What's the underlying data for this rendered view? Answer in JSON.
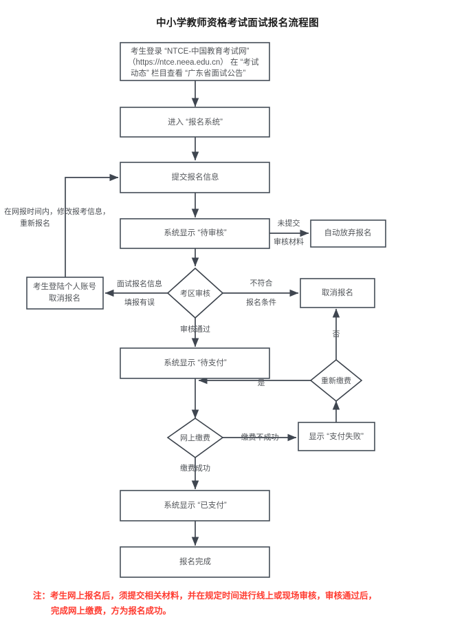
{
  "title": "中小学教师资格考试面试报名流程图",
  "colors": {
    "node_stroke": "#444c56",
    "node_fill": "#ffffff",
    "text": "#53565a",
    "edge": "#3f4650",
    "note": "#ff3b30",
    "title": "#1a1a1a"
  },
  "chart_data": {
    "type": "diagram",
    "subtype": "flowchart",
    "title": "中小学教师资格考试面试报名流程图",
    "orientation": "top-to-bottom",
    "nodes": [
      {
        "id": "login",
        "shape": "rect",
        "lines": [
          "考生登录 “NTCE-中国教育考试网”",
          "（https://ntce.neea.edu.cn） 在 “考试",
          "动态” 栏目查看 “广东省面试公告”"
        ]
      },
      {
        "id": "enter_system",
        "shape": "rect",
        "lines": [
          "进入 “报名系统”"
        ]
      },
      {
        "id": "submit_info",
        "shape": "rect",
        "lines": [
          "提交报名信息"
        ]
      },
      {
        "id": "pending_audit",
        "shape": "rect",
        "lines": [
          "系统显示 “待审核”"
        ]
      },
      {
        "id": "auto_abandon",
        "shape": "rect",
        "lines": [
          "自动放弃报名"
        ]
      },
      {
        "id": "district_audit",
        "shape": "diamond",
        "lines": [
          "考区审核"
        ]
      },
      {
        "id": "self_cancel",
        "shape": "rect",
        "lines": [
          "考生登陆个人账号",
          "取消报名"
        ]
      },
      {
        "id": "cancel_reg",
        "shape": "rect",
        "lines": [
          "取消报名"
        ]
      },
      {
        "id": "pending_pay",
        "shape": "rect",
        "lines": [
          "系统显示 “待支付”"
        ]
      },
      {
        "id": "repay",
        "shape": "diamond",
        "lines": [
          "重新缴费"
        ]
      },
      {
        "id": "online_pay",
        "shape": "diamond",
        "lines": [
          "网上缴费"
        ]
      },
      {
        "id": "pay_failed",
        "shape": "rect",
        "lines": [
          "显示 “支付失败”"
        ]
      },
      {
        "id": "paid",
        "shape": "rect",
        "lines": [
          "系统显示 “已支付”"
        ]
      },
      {
        "id": "reg_done",
        "shape": "rect",
        "lines": [
          "报名完成"
        ]
      }
    ],
    "edges": [
      {
        "from": "login",
        "to": "enter_system",
        "label": ""
      },
      {
        "from": "enter_system",
        "to": "submit_info",
        "label": ""
      },
      {
        "from": "submit_info",
        "to": "pending_audit",
        "label": ""
      },
      {
        "from": "pending_audit",
        "to": "auto_abandon",
        "label": "未提交\n审核材料",
        "label_lines": [
          "未提交",
          "审核材料"
        ]
      },
      {
        "from": "pending_audit",
        "to": "district_audit",
        "label": ""
      },
      {
        "from": "district_audit",
        "to": "self_cancel",
        "label_lines": [
          "面试报名信息",
          "填报有误"
        ]
      },
      {
        "from": "district_audit",
        "to": "cancel_reg",
        "label_lines": [
          "不符合",
          "报名条件"
        ]
      },
      {
        "from": "district_audit",
        "to": "pending_pay",
        "label_lines": [
          "审核通过"
        ]
      },
      {
        "from": "self_cancel",
        "to": "submit_info",
        "label_lines": [
          "在网报时间内，修改报考信息，",
          "重新报名"
        ]
      },
      {
        "from": "pending_pay",
        "to": "online_pay",
        "label": ""
      },
      {
        "from": "online_pay",
        "to": "pay_failed",
        "label_lines": [
          "缴费不成功"
        ]
      },
      {
        "from": "online_pay",
        "to": "paid",
        "label_lines": [
          "缴费成功"
        ]
      },
      {
        "from": "pay_failed",
        "to": "repay",
        "label": ""
      },
      {
        "from": "repay",
        "to": "pending_pay",
        "label_lines": [
          "是"
        ]
      },
      {
        "from": "repay",
        "to": "cancel_reg",
        "label_lines": [
          "否"
        ]
      },
      {
        "from": "paid",
        "to": "reg_done",
        "label": ""
      }
    ],
    "edge_labels": {
      "not_submitted_l1": "未提交",
      "not_submitted_l2": "审核材料",
      "wrong_info_l1": "面试报名信息",
      "wrong_info_l2": "填报有误",
      "not_qualified_l1": "不符合",
      "not_qualified_l2": "报名条件",
      "audit_passed": "审核通过",
      "loop_l1": "在网报时间内，修改报考信息，",
      "loop_l2": "重新报名",
      "pay_failed_label": "缴费不成功",
      "pay_success_label": "缴费成功",
      "yes": "是",
      "no": "否"
    },
    "node_labels": {
      "login_l1": "考生登录 “NTCE-中国教育考试网”",
      "login_l2": "（https://ntce.neea.edu.cn） 在 “考试",
      "login_l3": "动态” 栏目查看 “广东省面试公告”",
      "enter_system": "进入 “报名系统”",
      "submit_info": "提交报名信息",
      "pending_audit": "系统显示 “待审核”",
      "auto_abandon": "自动放弃报名",
      "district_audit": "考区审核",
      "self_cancel_l1": "考生登陆个人账号",
      "self_cancel_l2": "取消报名",
      "cancel_reg": "取消报名",
      "pending_pay": "系统显示 “待支付”",
      "repay": "重新缴费",
      "online_pay": "网上缴费",
      "pay_failed": "显示 “支付失败”",
      "paid": "系统显示 “已支付”",
      "reg_done": "报名完成"
    }
  },
  "note": {
    "line1": "注：考生网上报名后，须提交相关材料，并在规定时间进行线上或现场审核，审核通过后，",
    "line2": "完成网上缴费，方为报名成功。"
  }
}
